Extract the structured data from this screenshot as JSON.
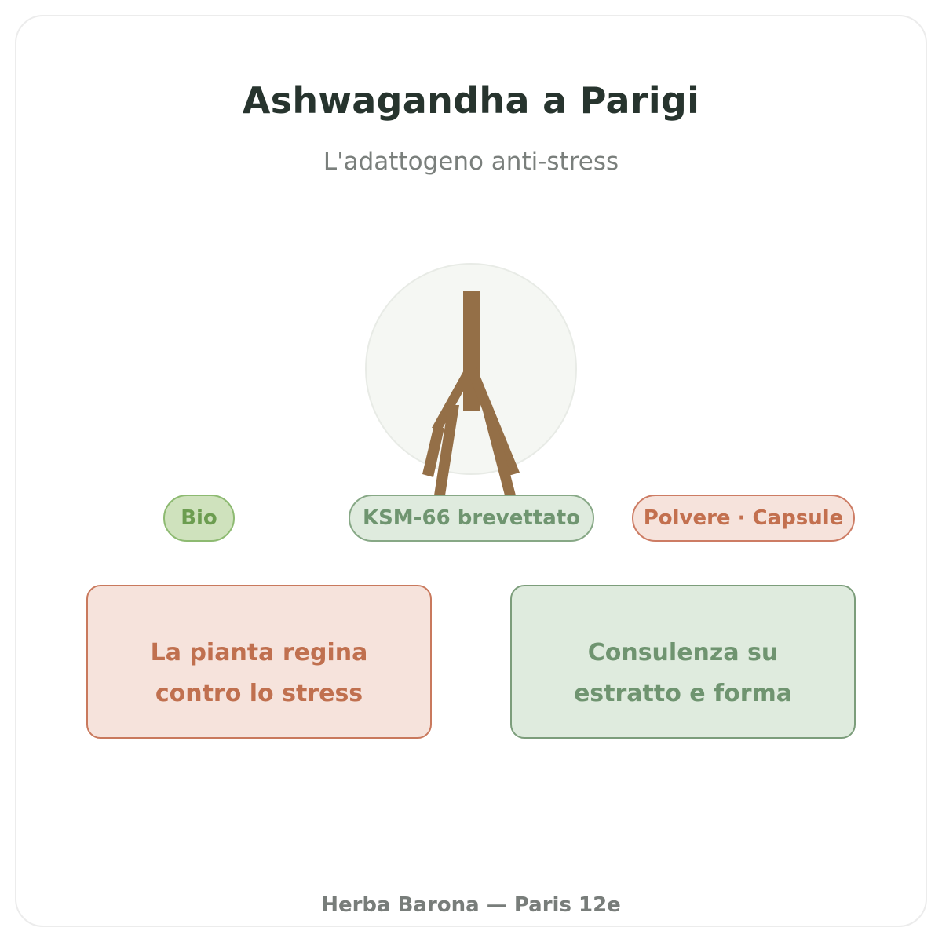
{
  "header": {
    "title": "Ashwagandha a Parigi",
    "subtitle": "L'adattogeno anti-stress"
  },
  "illustration": {
    "icon": "root-icon",
    "root_color": "#946f47",
    "circle_color": "#f5f7f3"
  },
  "tags": [
    {
      "label": "Bio"
    },
    {
      "label": "KSM-66 brevettato"
    },
    {
      "label": "Polvere · Capsule"
    }
  ],
  "boxes": [
    {
      "text": "La pianta regina contro lo stress"
    },
    {
      "text": "Consulenza su estratto e forma"
    }
  ],
  "footer": {
    "text": "Herba Barona — Paris 12e"
  },
  "colors": {
    "terracotta": "#c3704f",
    "sage": "#6f9570",
    "leaf": "#6c9d50"
  }
}
